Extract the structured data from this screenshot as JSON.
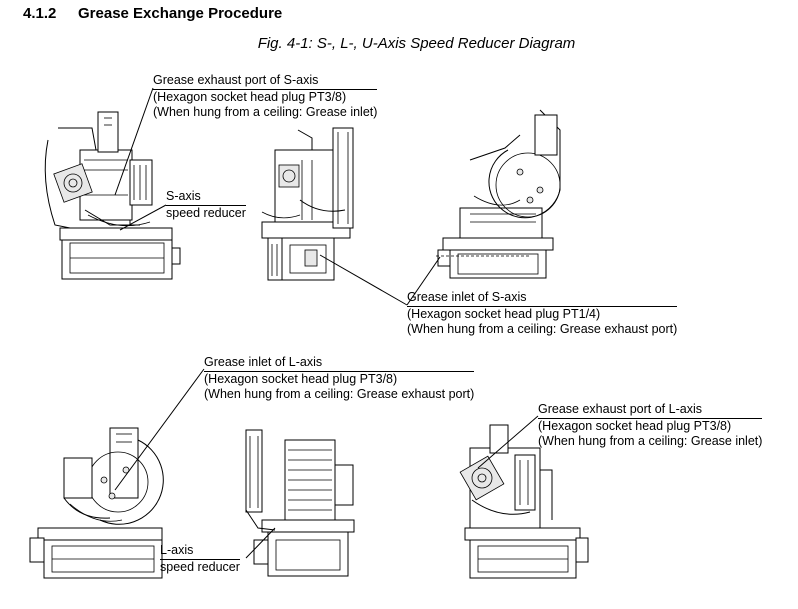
{
  "section": {
    "number": "4.1.2",
    "title": "Grease Exchange Procedure"
  },
  "figure_caption": "Fig. 4-1: S-, L-, U-Axis Speed Reducer Diagram",
  "callouts": {
    "s_exhaust": {
      "line1": "Grease exhaust port of S-axis",
      "line2": "(Hexagon socket head plug PT3/8)",
      "line3": "(When hung from a ceiling: Grease inlet)"
    },
    "s_reducer": {
      "line1": "S-axis",
      "line2": "speed reducer"
    },
    "s_inlet": {
      "line1": "Grease inlet of S-axis",
      "line2": "(Hexagon socket head plug PT1/4)",
      "line3": "(When hung from a ceiling: Grease exhaust port)"
    },
    "l_inlet": {
      "line1": "Grease inlet of L-axis",
      "line2": "(Hexagon socket head plug PT3/8)",
      "line3": "(When hung from a ceiling: Grease exhaust port)"
    },
    "l_exhaust": {
      "line1": "Grease exhaust port of L-axis",
      "line2": "(Hexagon socket head plug PT3/8)",
      "line3": "(When hung from a ceiling: Grease inlet)"
    },
    "l_reducer": {
      "line1": "L-axis",
      "line2": "speed reducer"
    }
  }
}
